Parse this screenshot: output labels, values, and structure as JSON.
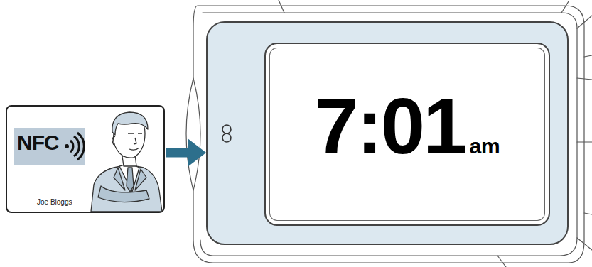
{
  "diagram": {
    "nodes": [
      {
        "text": [
          "NFC",
          "Joe Bloggs"
        ]
      },
      {
        "text": [
          "7:01",
          "am"
        ]
      }
    ],
    "edges": [
      {
        "from": 0,
        "to": 1,
        "arrow": "to"
      }
    ]
  }
}
